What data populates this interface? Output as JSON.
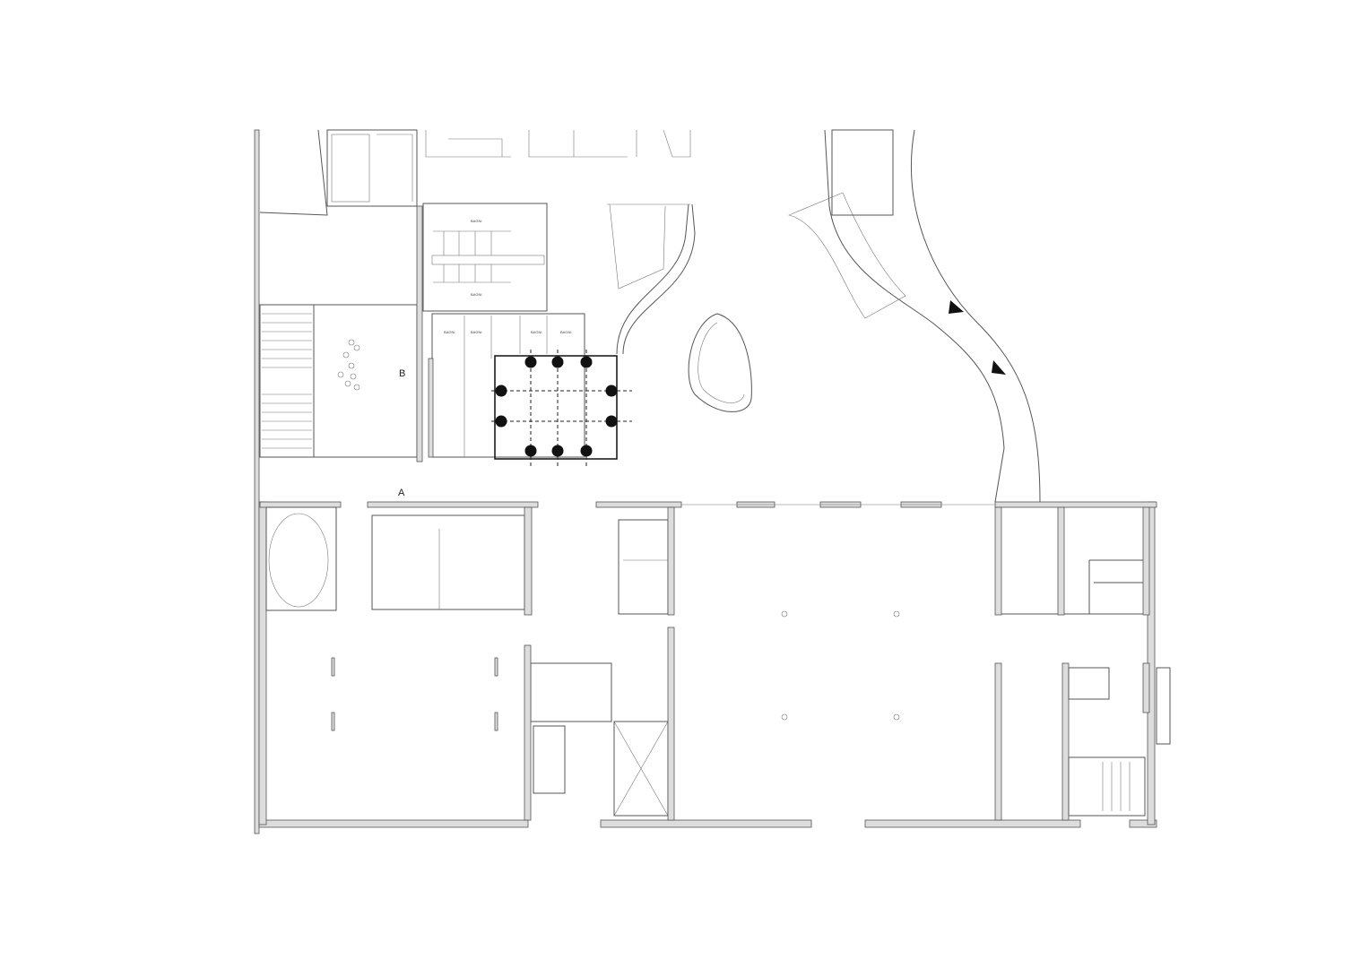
{
  "plan": {
    "marker_a": "A",
    "marker_b": "B",
    "rooms": {
      "bagni_top": "BAGNI",
      "bagni_bottom": "BAGNI",
      "bagni_1": "BAGNI",
      "bagni_2": "BAGNI",
      "bagni_3": "BAGNI",
      "bagni_4": "BAGNI"
    },
    "colors": {
      "line": "#555555",
      "column": "#111111",
      "wall_fill": "#dddddd"
    }
  }
}
